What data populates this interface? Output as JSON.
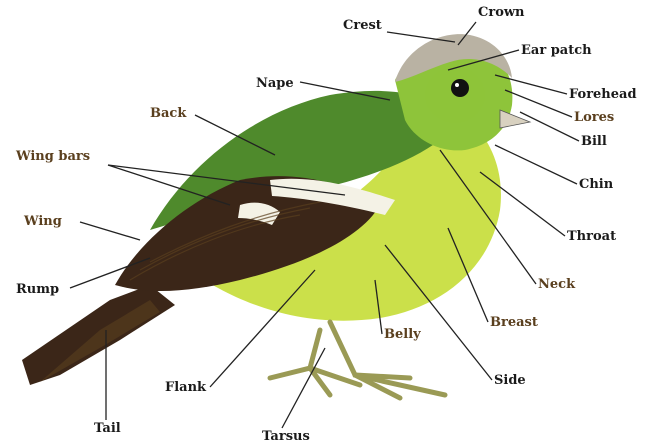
{
  "diagram": {
    "colors": {
      "label_dark": "#1a1a1a",
      "label_brown": "#5a3f1e",
      "leader_line": "#222222",
      "back_green": "#4f8a2c",
      "body_yellow": "#cbe04a",
      "head_green": "#8ec43a",
      "crown_gray": "#b9b2a3",
      "wing_dark": "#3b2618",
      "wing_bar_white": "#f4f2e6",
      "legs": "#9a9a55"
    },
    "labels": {
      "crest": "Crest",
      "crown": "Crown",
      "ear_patch": "Ear patch",
      "nape": "Nape",
      "forehead": "Forehead",
      "lores": "Lores",
      "back": "Back",
      "bill": "Bill",
      "wing_bars": "Wing bars",
      "chin": "Chin",
      "wing": "Wing",
      "throat": "Throat",
      "rump": "Rump",
      "neck": "Neck",
      "breast": "Breast",
      "belly": "Belly",
      "flank": "Flank",
      "side": "Side",
      "tail": "Tail",
      "tarsus": "Tarsus"
    }
  }
}
